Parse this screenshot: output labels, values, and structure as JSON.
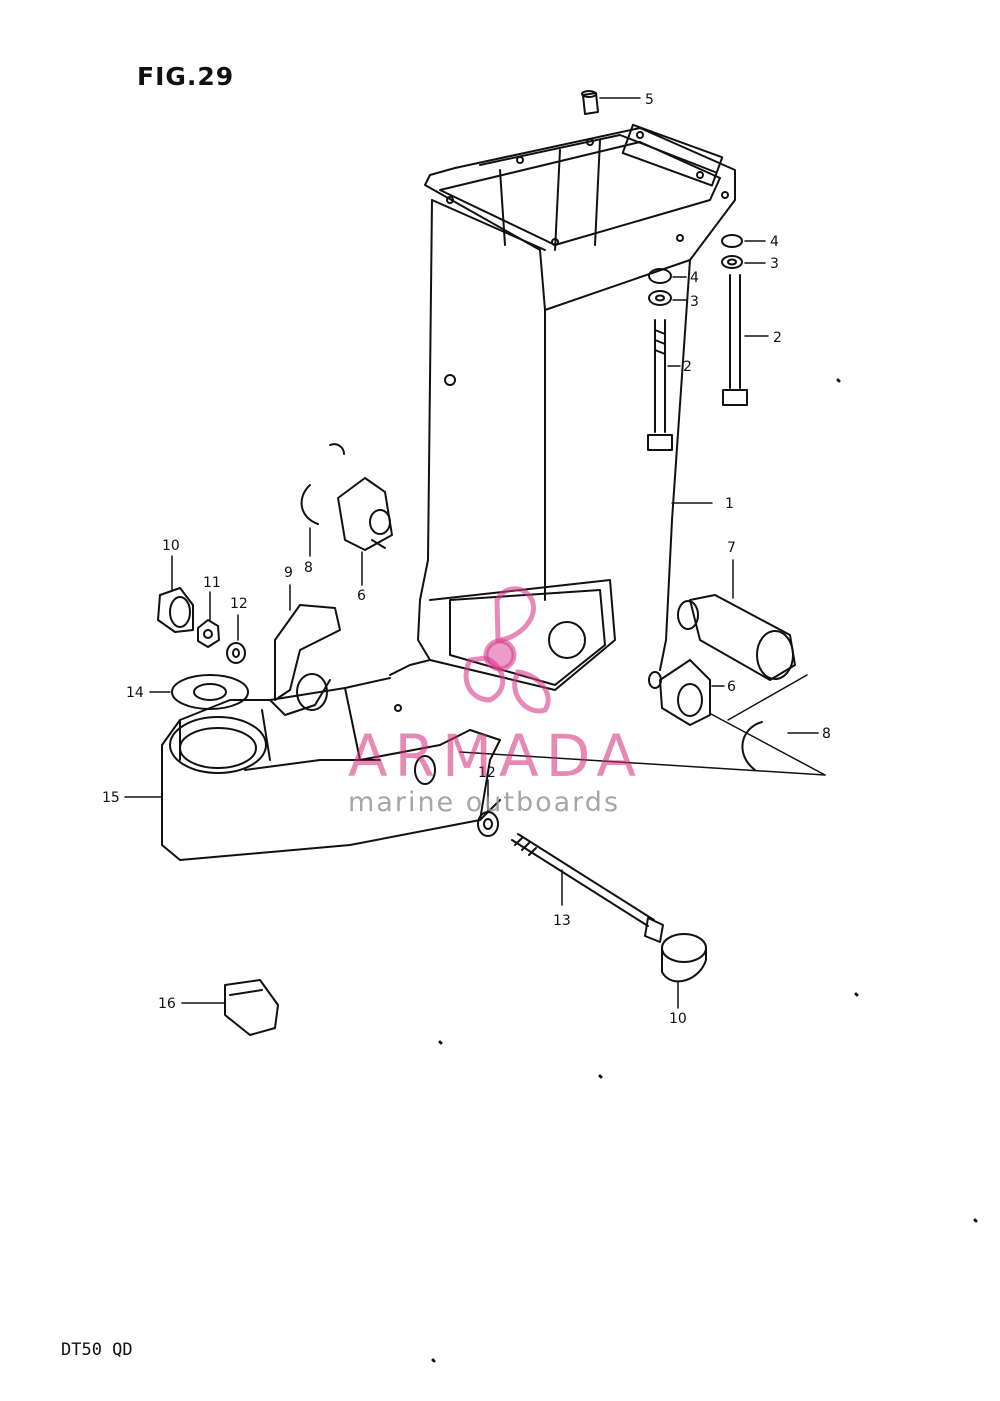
{
  "figure": {
    "title": "FIG.29",
    "model_code": "DT50 QD"
  },
  "watermark": {
    "brand": "ARMADA",
    "tagline": "marine outboards",
    "color": "#d2287a"
  },
  "callouts": [
    {
      "id": "c5",
      "label": "5"
    },
    {
      "id": "c4a",
      "label": "4"
    },
    {
      "id": "c3a",
      "label": "3"
    },
    {
      "id": "c4b",
      "label": "4"
    },
    {
      "id": "c3b",
      "label": "3"
    },
    {
      "id": "c2a",
      "label": "2"
    },
    {
      "id": "c2b",
      "label": "2"
    },
    {
      "id": "c1",
      "label": "1"
    },
    {
      "id": "c7",
      "label": "7"
    },
    {
      "id": "c6a",
      "label": "6"
    },
    {
      "id": "c6b",
      "label": "6"
    },
    {
      "id": "c8a",
      "label": "8"
    },
    {
      "id": "c8b",
      "label": "8"
    },
    {
      "id": "c9",
      "label": "9"
    },
    {
      "id": "c10a",
      "label": "10"
    },
    {
      "id": "c11",
      "label": "11"
    },
    {
      "id": "c12a",
      "label": "12"
    },
    {
      "id": "c14",
      "label": "14"
    },
    {
      "id": "c15",
      "label": "15"
    },
    {
      "id": "c12b",
      "label": "12"
    },
    {
      "id": "c13",
      "label": "13"
    },
    {
      "id": "c10b",
      "label": "10"
    },
    {
      "id": "c16",
      "label": "16"
    }
  ]
}
